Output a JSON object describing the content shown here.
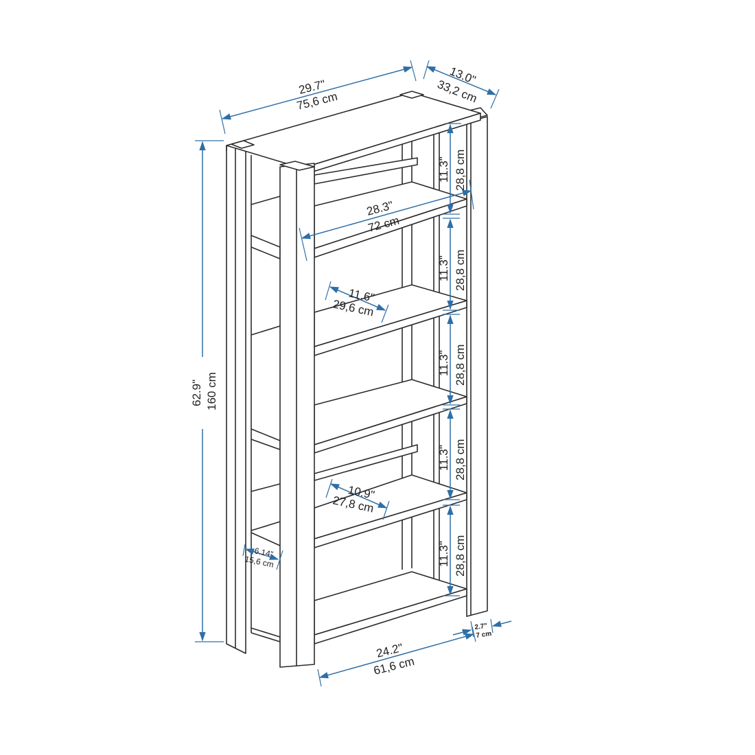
{
  "diagram": {
    "subject": "bookshelf",
    "accent_color": "#2f6fa6",
    "line_color": "#2b2b2b",
    "dimensions": {
      "overall_width": {
        "in": "29.7\"",
        "cm": "75,6 cm"
      },
      "overall_depth": {
        "in": "13.0\"",
        "cm": "33,2 cm"
      },
      "overall_height": {
        "in": "62.9\"",
        "cm": "160 cm"
      },
      "inner_width": {
        "in": "28.3\"",
        "cm": "72 cm"
      },
      "shelf_spacing": [
        {
          "in": "11.3\"",
          "cm": "28,8 cm"
        },
        {
          "in": "11.3\"",
          "cm": "28,8 cm"
        },
        {
          "in": "11.3\"",
          "cm": "28,8 cm"
        },
        {
          "in": "11.3\"",
          "cm": "28,8 cm"
        },
        {
          "in": "11.3\"",
          "cm": "28,8 cm"
        }
      ],
      "upper_shelf_depth": {
        "in": "11.6\"",
        "cm": "29,6 cm"
      },
      "lower_shelf_depth": {
        "in": "10.9\"",
        "cm": "27,8 cm"
      },
      "side_opening": {
        "in": "6.14\"",
        "cm": "15,6 cm"
      },
      "leg_width": {
        "in": "2.7\"",
        "cm": "7 cm"
      },
      "bottom_span": {
        "in": "24.2\"",
        "cm": "61,6 cm"
      }
    }
  }
}
